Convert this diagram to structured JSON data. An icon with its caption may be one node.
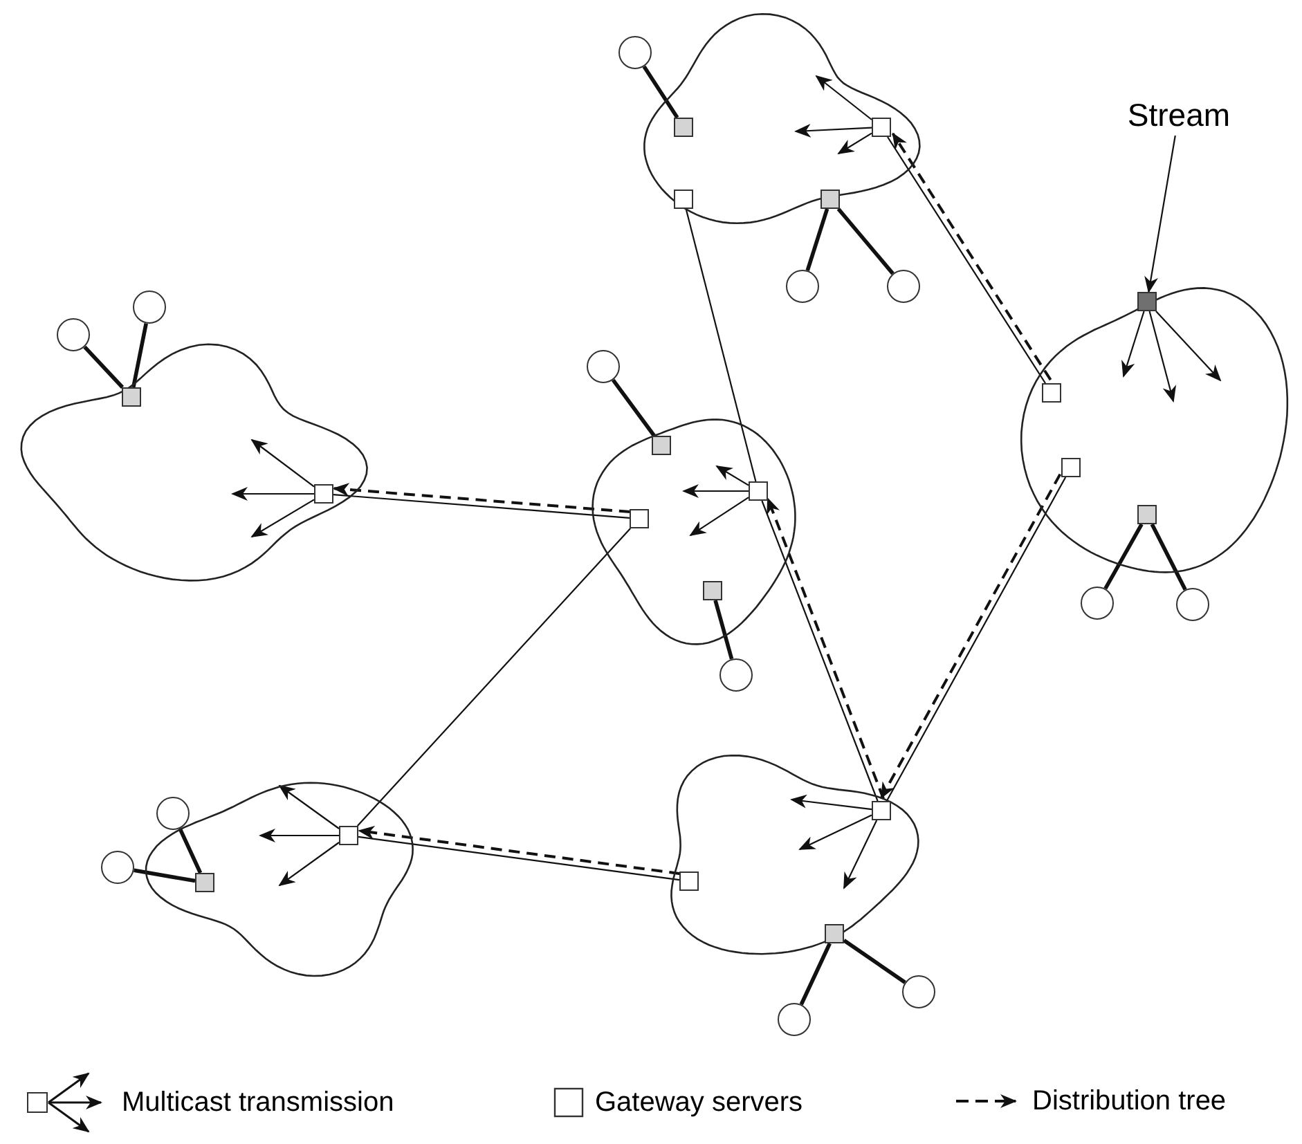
{
  "diagram": {
    "nodes": [
      {
        "text": [],
        "shape": "cloud"
      },
      {
        "text": [],
        "shape": "box",
        "in": 0
      },
      {
        "text": [],
        "shape": "box",
        "in": 0
      },
      {
        "text": [],
        "shape": "box",
        "in": 0
      },
      {
        "text": [],
        "shape": "box",
        "in": 0
      },
      {
        "text": [],
        "shape": "circle"
      },
      {
        "text": [],
        "shape": "circle"
      },
      {
        "text": [],
        "shape": "circle"
      },
      {
        "text": [
          "Stream"
        ]
      },
      {
        "text": [],
        "shape": "cloud"
      },
      {
        "text": [],
        "shape": "box",
        "in": 9
      },
      {
        "text": [],
        "shape": "box",
        "in": 9
      },
      {
        "text": [],
        "shape": "box",
        "in": 9
      },
      {
        "text": [],
        "shape": "box",
        "in": 9
      },
      {
        "text": [],
        "shape": "circle"
      },
      {
        "text": [],
        "shape": "circle"
      },
      {
        "text": [],
        "shape": "cloud"
      },
      {
        "text": [],
        "shape": "box",
        "in": 16
      },
      {
        "text": [],
        "shape": "box",
        "in": 16
      },
      {
        "text": [],
        "shape": "circle"
      },
      {
        "text": [],
        "shape": "circle"
      },
      {
        "text": [],
        "shape": "cloud"
      },
      {
        "text": [],
        "shape": "box",
        "in": 21
      },
      {
        "text": [],
        "shape": "box",
        "in": 21
      },
      {
        "text": [],
        "shape": "box",
        "in": 21
      },
      {
        "text": [],
        "shape": "box",
        "in": 21
      },
      {
        "text": [],
        "shape": "circle"
      },
      {
        "text": [],
        "shape": "circle"
      },
      {
        "text": [],
        "shape": "cloud"
      },
      {
        "text": [],
        "shape": "box",
        "in": 28
      },
      {
        "text": [],
        "shape": "box",
        "in": 28
      },
      {
        "text": [],
        "shape": "circle"
      },
      {
        "text": [],
        "shape": "circle"
      },
      {
        "text": [],
        "shape": "cloud"
      },
      {
        "text": [],
        "shape": "box",
        "in": 33
      },
      {
        "text": [],
        "shape": "box",
        "in": 33
      },
      {
        "text": [],
        "shape": "box",
        "in": 33
      },
      {
        "text": [],
        "shape": "circle"
      },
      {
        "text": [],
        "shape": "circle"
      }
    ],
    "edges": [
      {
        "from": 5,
        "to": 1,
        "arrow": "none",
        "style": "thick"
      },
      {
        "from": 4,
        "to": 6,
        "arrow": "none",
        "style": "thick"
      },
      {
        "from": 4,
        "to": 7,
        "arrow": "none",
        "style": "thick"
      },
      {
        "from": 13,
        "to": 14,
        "arrow": "none",
        "style": "thick"
      },
      {
        "from": 13,
        "to": 15,
        "arrow": "none",
        "style": "thick"
      },
      {
        "from": 19,
        "to": 17,
        "arrow": "none",
        "style": "thick"
      },
      {
        "from": 20,
        "to": 17,
        "arrow": "none",
        "style": "thick"
      },
      {
        "from": 26,
        "to": 22,
        "arrow": "none",
        "style": "thick"
      },
      {
        "from": 25,
        "to": 27,
        "arrow": "none",
        "style": "thick"
      },
      {
        "from": 31,
        "to": 30,
        "arrow": "none",
        "style": "thick"
      },
      {
        "from": 32,
        "to": 30,
        "arrow": "none",
        "style": "thick"
      },
      {
        "from": 36,
        "to": 37,
        "arrow": "none",
        "style": "thick"
      },
      {
        "from": 36,
        "to": 38,
        "arrow": "none",
        "style": "thick"
      },
      {
        "from": 3,
        "to": 23,
        "arrow": "none"
      },
      {
        "from": 23,
        "to": 34,
        "arrow": "none"
      },
      {
        "from": 2,
        "to": 11,
        "arrow": "none"
      },
      {
        "from": 12,
        "to": 34,
        "arrow": "none"
      },
      {
        "from": 18,
        "to": 24,
        "arrow": "none"
      },
      {
        "from": 24,
        "to": 29,
        "arrow": "none"
      },
      {
        "from": 29,
        "to": 35,
        "arrow": "none"
      },
      {
        "from": 11,
        "to": 2,
        "arrow": "to",
        "style": "dashed"
      },
      {
        "from": 12,
        "to": 34,
        "arrow": "to",
        "style": "dashed"
      },
      {
        "from": 34,
        "to": 23,
        "arrow": "to",
        "style": "dashed"
      },
      {
        "from": 24,
        "to": 18,
        "arrow": "to",
        "style": "dashed"
      },
      {
        "from": 35,
        "to": 29,
        "arrow": "to",
        "style": "dashed"
      },
      {
        "from": 8,
        "to": 10,
        "arrow": "to"
      },
      {
        "from": 2,
        "to": null,
        "arrow": "to"
      },
      {
        "from": 2,
        "to": null,
        "arrow": "to"
      },
      {
        "from": 2,
        "to": null,
        "arrow": "to"
      },
      {
        "from": 10,
        "to": null,
        "arrow": "to"
      },
      {
        "from": 10,
        "to": null,
        "arrow": "to"
      },
      {
        "from": 10,
        "to": null,
        "arrow": "to"
      },
      {
        "from": 18,
        "to": null,
        "arrow": "to"
      },
      {
        "from": 18,
        "to": null,
        "arrow": "to"
      },
      {
        "from": 18,
        "to": null,
        "arrow": "to"
      },
      {
        "from": 23,
        "to": null,
        "arrow": "to"
      },
      {
        "from": 23,
        "to": null,
        "arrow": "to"
      },
      {
        "from": 23,
        "to": null,
        "arrow": "to"
      },
      {
        "from": 29,
        "to": null,
        "arrow": "to"
      },
      {
        "from": 29,
        "to": null,
        "arrow": "to"
      },
      {
        "from": 29,
        "to": null,
        "arrow": "to"
      },
      {
        "from": 34,
        "to": null,
        "arrow": "to"
      },
      {
        "from": 34,
        "to": null,
        "arrow": "to"
      },
      {
        "from": 34,
        "to": null,
        "arrow": "to"
      }
    ],
    "legend": [
      {
        "text": "Multicast transmission"
      },
      {
        "text": "Gateway servers"
      },
      {
        "text": "Distribution tree"
      }
    ]
  }
}
